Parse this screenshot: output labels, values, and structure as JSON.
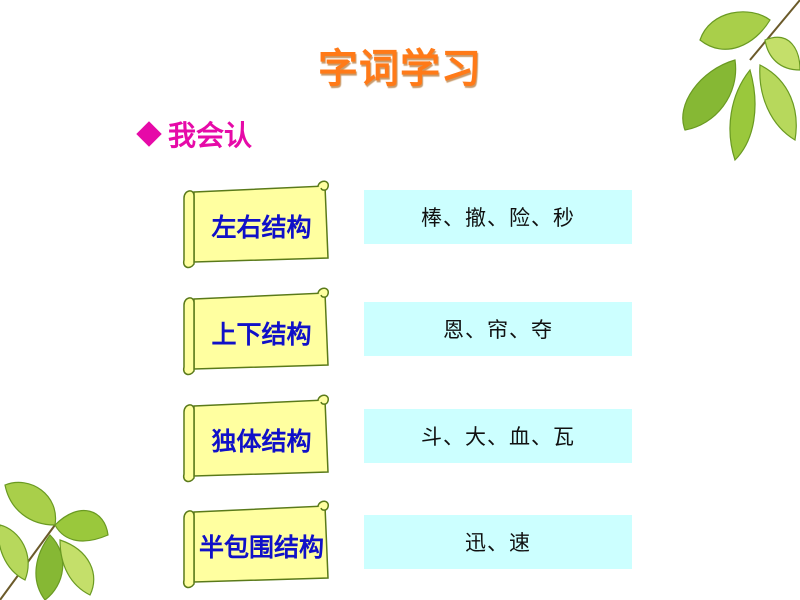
{
  "title": "字词学习",
  "subheading": "我会认",
  "rows": [
    {
      "category": "左右结构",
      "chars": "棒、撤、险、秒"
    },
    {
      "category": "上下结构",
      "chars": "恩、帘、夺"
    },
    {
      "category": "独体结构",
      "chars": "斗、大、血、瓦"
    },
    {
      "category": "半包围结构",
      "chars": "迅、速"
    }
  ],
  "colors": {
    "title": "#ff7a18",
    "subheading": "#e60aa8",
    "scroll_fill": "#ffffa0",
    "category_text": "#1010c8",
    "box_fill": "#ccffff"
  }
}
